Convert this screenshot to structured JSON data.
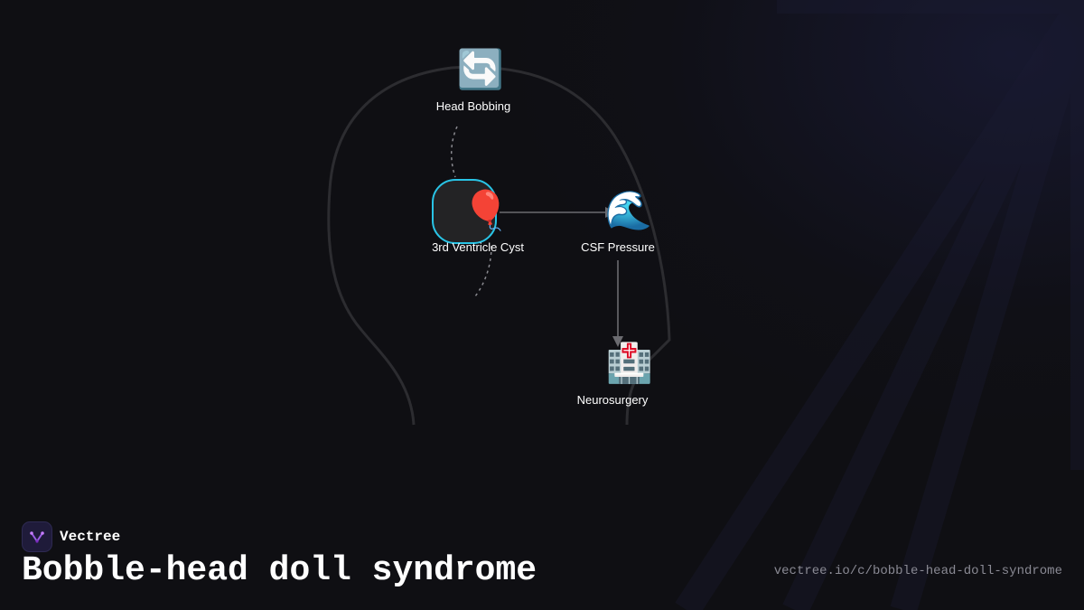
{
  "brand": {
    "name": "Vectree"
  },
  "page": {
    "title": "Bobble-head doll syndrome",
    "url": "vectree.io/c/bobble-head-doll-syndrome"
  },
  "nodes": [
    {
      "id": "head-bobbing",
      "label": "Head Bobbing",
      "icon": "🔄",
      "icon_name": "cycle-arrows-icon"
    },
    {
      "id": "cyst",
      "label": "3rd Ventricle Cyst",
      "icon": "🎈",
      "icon_name": "balloon-icon"
    },
    {
      "id": "csf",
      "label": "CSF Pressure",
      "icon": "🌊",
      "icon_name": "wave-icon"
    },
    {
      "id": "neurosurgery",
      "label": "Neurosurgery",
      "icon": "🏥",
      "icon_name": "hospital-icon"
    }
  ],
  "colors": {
    "background": "#0f0f13",
    "accent": "#29c4e6",
    "edge": "#6b6b70",
    "outline": "#2c2c30",
    "url_text": "#8a8a94"
  }
}
